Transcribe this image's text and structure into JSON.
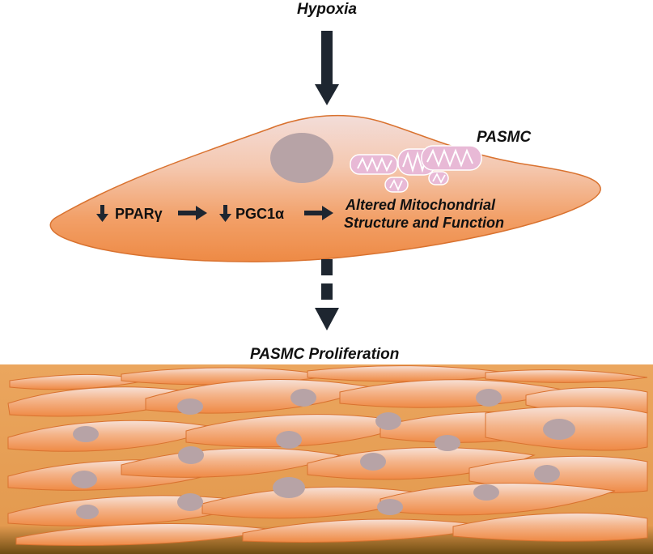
{
  "labels": {
    "stimulus": "Hypoxia",
    "cell_type": "PASMC",
    "pathway_step1": "PPARγ",
    "pathway_step2": "PGC1α",
    "pathway_outcome_line1": "Altered Mitochondrial",
    "pathway_outcome_line2": "Structure and Function",
    "result": "PASMC Proliferation"
  },
  "colors": {
    "cell_fill": "#f29a55",
    "cell_highlight": "#f8d4b8",
    "cell_edge": "#d9722f",
    "nucleus": "#b7a3a6",
    "mitochondria": "#e8b9d6",
    "arrow": "#1e2630",
    "tissue_background": "#e8a25a",
    "tissue_bottom": "#6b4a14"
  },
  "icons": {
    "down_arrow": "down-arrow-icon",
    "right_arrow": "right-arrow-icon",
    "dashed_arrow": "dashed-down-arrow-icon"
  }
}
